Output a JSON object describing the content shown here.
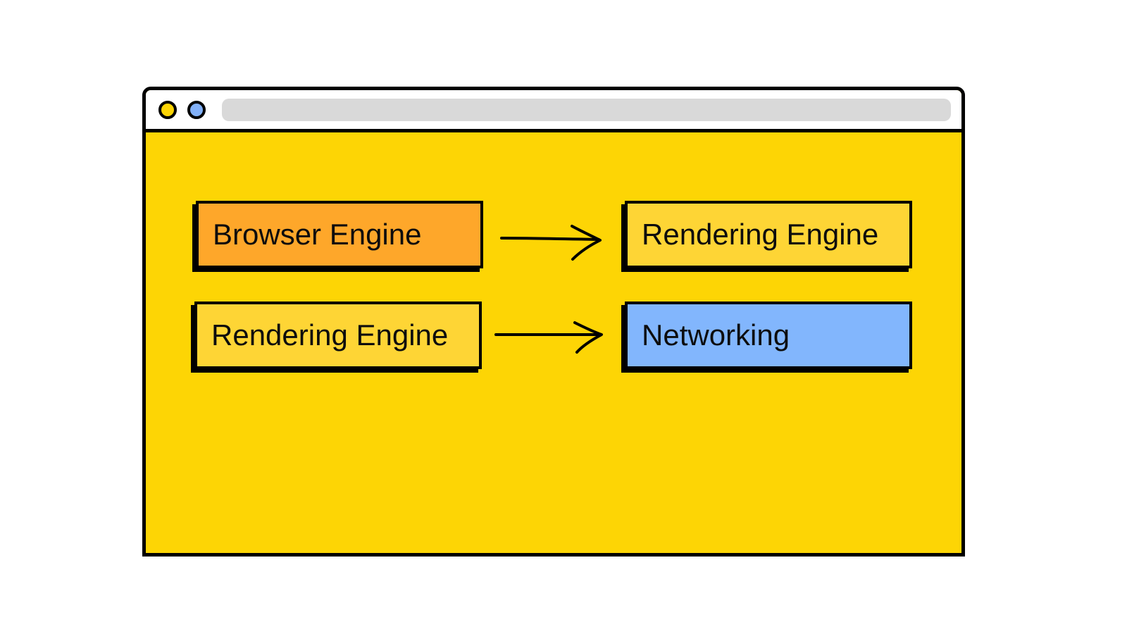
{
  "window": {
    "colors": {
      "content_background": "#fdd505",
      "titlebar": "#ffffff",
      "address_bar": "#d9d9d9",
      "dot_yellow": "#fdd505",
      "dot_blue": "#82b1f9"
    }
  },
  "diagram": {
    "rows": [
      {
        "source": {
          "label": "Browser Engine",
          "color": "#fea72a"
        },
        "target": {
          "label": "Rendering Engine",
          "color": "#fed535"
        }
      },
      {
        "source": {
          "label": "Rendering Engine",
          "color": "#fed535"
        },
        "target": {
          "label": "Networking",
          "color": "#82b6fd"
        }
      }
    ],
    "connector": "arrow"
  }
}
